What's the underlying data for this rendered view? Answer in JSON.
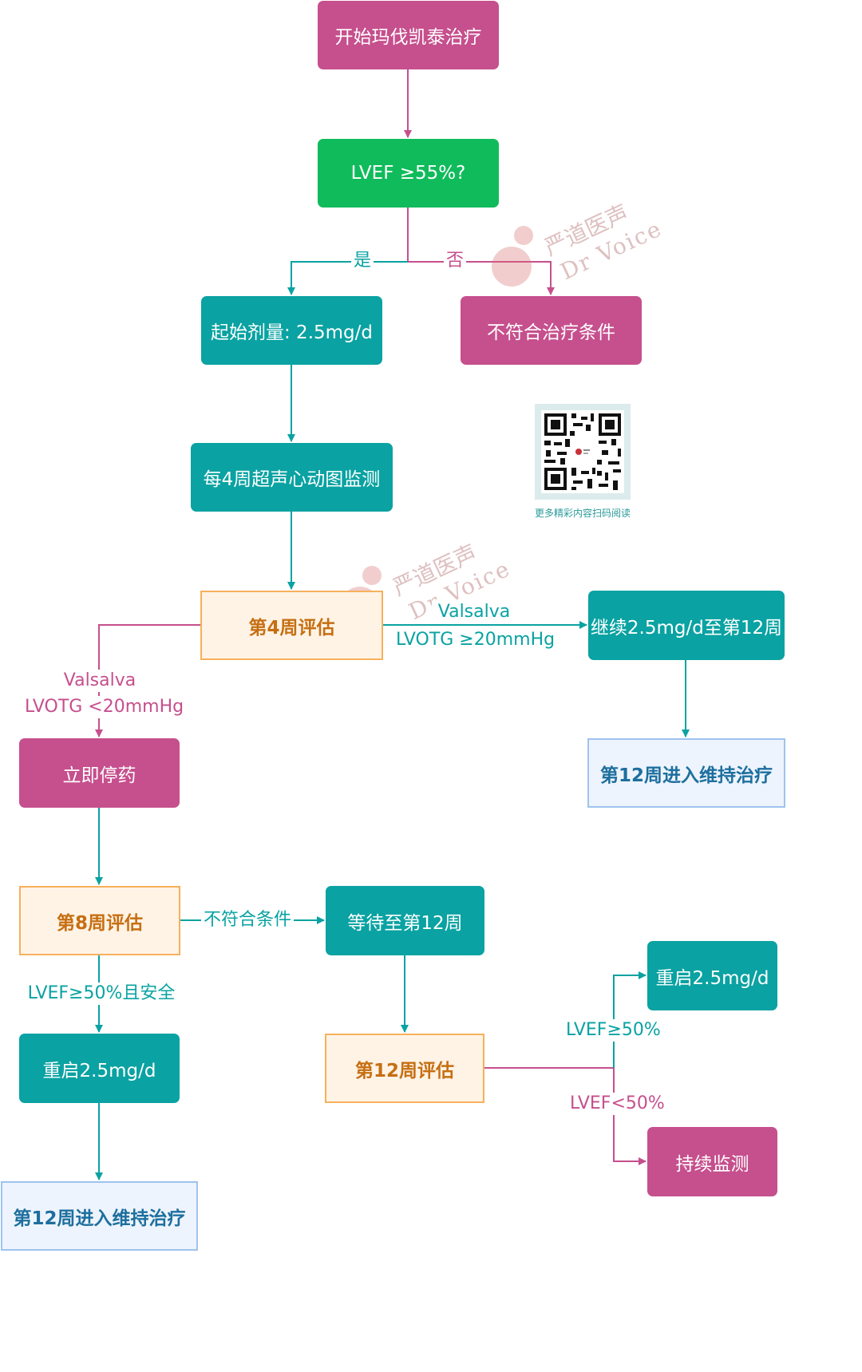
{
  "nodes": {
    "start": "开始玛伐凯泰治疗",
    "lvef_check": "LVEF ≥55%?",
    "start_dose": "起始剂量: 2.5mg/d",
    "not_eligible": "不符合治疗条件",
    "echo_monitor": "每4周超声心动图监测",
    "week4_eval": "第4周评估",
    "continue_dose": "继续2.5mg/d至第12周",
    "maint_right": "第12周进入维持治疗",
    "stop_drug": "立即停药",
    "week8_eval": "第8周评估",
    "wait_week12": "等待至第12周",
    "restart_left": "重启2.5mg/d",
    "week12_eval": "第12周评估",
    "restart_right": "重启2.5mg/d",
    "continue_monitor": "持续监测",
    "maint_left": "第12周进入维持治疗"
  },
  "edge_labels": {
    "yes": "是",
    "no": "否",
    "valsalva_high_1": "Valsalva",
    "valsalva_high_2": "LVOTG ≥20mmHg",
    "valsalva_low_1": "Valsalva",
    "valsalva_low_2": "LVOTG <20mmHg",
    "not_eligible_cond": "不符合条件",
    "lvef50_safe": "LVEF≥50%且安全",
    "lvef_ge50": "LVEF≥50%",
    "lvef_lt50": "LVEF<50%"
  },
  "watermark": {
    "cn": "严道医声",
    "en": "Dr Voice"
  },
  "qr_caption": "更多精彩内容扫码阅读",
  "colors": {
    "magenta": "#c64f8d",
    "green": "#10bb5b",
    "teal": "#0aa2a2",
    "eval_fill": "#fff3e6",
    "eval_border": "#f7b05c",
    "eval_text": "#c66f12",
    "maint_fill": "#eef4fd",
    "maint_border": "#9ec3ef",
    "maint_text": "#1d6f9e"
  }
}
